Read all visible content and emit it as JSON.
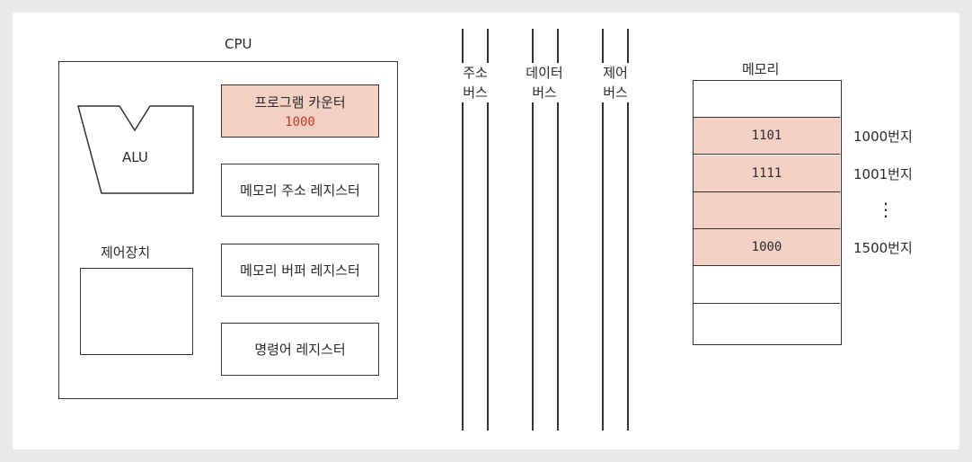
{
  "cpu": {
    "title": "CPU",
    "alu_label": "ALU",
    "control_unit_label": "제어장치",
    "registers": [
      {
        "label": "프로그램 카운터",
        "value": "1000",
        "highlight": true
      },
      {
        "label": "메모리 주소 레지스터",
        "value": "",
        "highlight": false
      },
      {
        "label": "메모리 버퍼 레지스터",
        "value": "",
        "highlight": false
      },
      {
        "label": "명령어 레지스터",
        "value": "",
        "highlight": false
      }
    ]
  },
  "buses": [
    {
      "line1": "주소",
      "line2": "버스"
    },
    {
      "line1": "데이터",
      "line2": "버스"
    },
    {
      "line1": "제어",
      "line2": "버스"
    }
  ],
  "memory": {
    "title": "메모리",
    "cells": [
      {
        "value": "",
        "highlight": false,
        "address": ""
      },
      {
        "value": "1101",
        "highlight": true,
        "address": "1000번지"
      },
      {
        "value": "1111",
        "highlight": true,
        "address": "1001번지"
      },
      {
        "value": "",
        "highlight": true,
        "address": "⋮"
      },
      {
        "value": "1000",
        "highlight": true,
        "address": "1500번지"
      },
      {
        "value": "",
        "highlight": false,
        "address": ""
      },
      {
        "value": "",
        "highlight": false,
        "address": ""
      }
    ]
  },
  "colors": {
    "highlight_fill": "#f3d0c3",
    "value_text": "#c0392b",
    "stroke": "#333333"
  }
}
